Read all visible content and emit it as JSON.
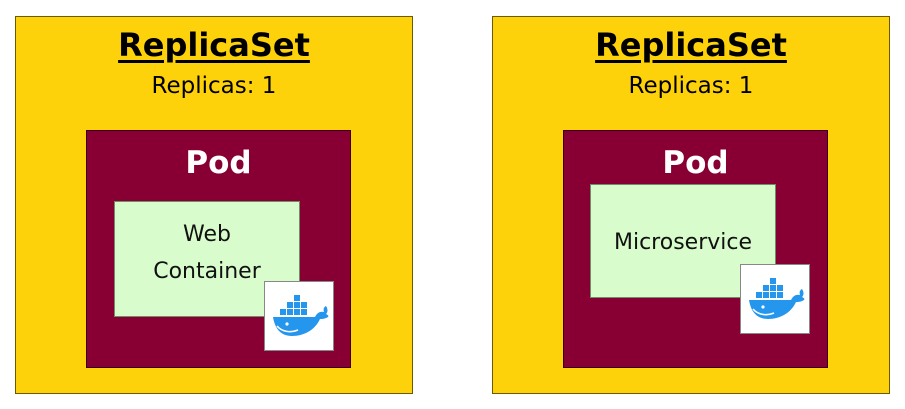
{
  "colors": {
    "replicaset_fill": "#FDD20A",
    "pod_fill": "#880033",
    "container_fill": "#D8FCCC",
    "docker_blue": "#2496ED"
  },
  "replicasets": [
    {
      "title": "ReplicaSet",
      "replicas": "Replicas: 1",
      "pod": {
        "title": "Pod",
        "container_line1": "Web",
        "container_line2": "Container",
        "icon": "docker-whale-icon"
      }
    },
    {
      "title": "ReplicaSet",
      "replicas": "Replicas: 1",
      "pod": {
        "title": "Pod",
        "container_label": "Microservice",
        "icon": "docker-whale-icon"
      }
    }
  ]
}
